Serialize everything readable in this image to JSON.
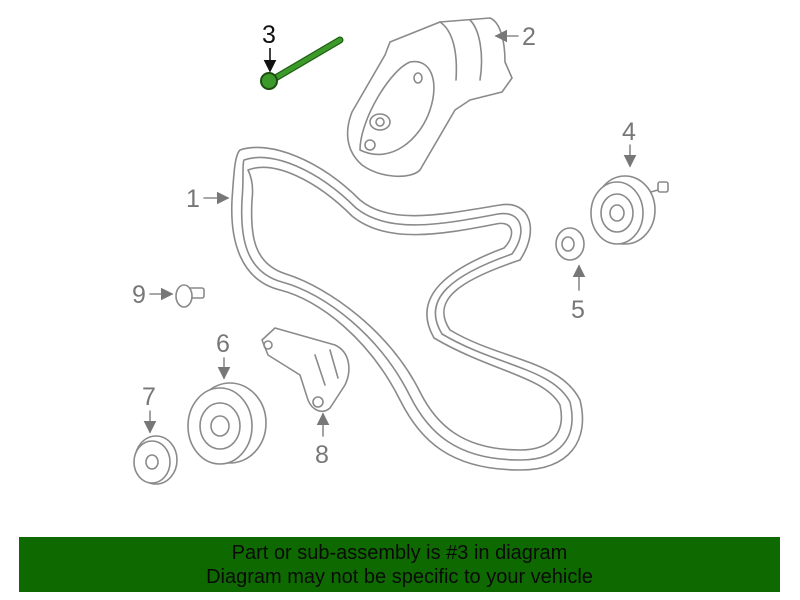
{
  "diagram": {
    "highlighted_part": "3",
    "highlight_color": "#2f8f1f",
    "callouts": [
      "1",
      "2",
      "3",
      "4",
      "5",
      "6",
      "7",
      "8",
      "9"
    ]
  },
  "banner": {
    "line1": "Part or sub-assembly is #3 in diagram",
    "line2": "Diagram may not be specific to your vehicle",
    "background": "#0e6a00"
  }
}
